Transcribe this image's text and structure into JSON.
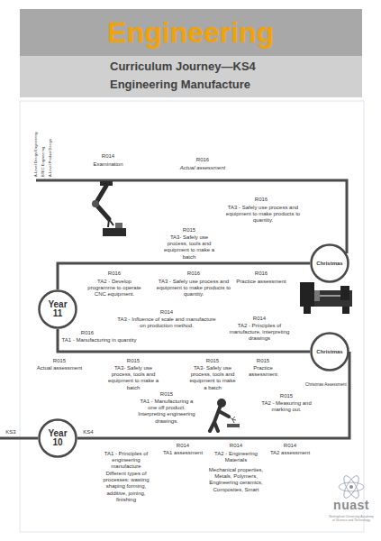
{
  "diagram": {
    "title": "Engineering",
    "nodes": [
      {
        "text": [
          "Christmas"
        ]
      },
      {
        "text": [
          "Year 11"
        ]
      },
      {
        "text": [
          "Christmas"
        ]
      },
      {
        "text": [
          "Year 10"
        ]
      }
    ],
    "edges": [
      {
        "from": 3,
        "to": 2,
        "arrow": "none"
      },
      {
        "from": 2,
        "to": 1,
        "arrow": "none"
      },
      {
        "from": 1,
        "to": 0,
        "arrow": "none"
      }
    ],
    "labels": [
      "Curriculum Journey—KS4",
      "Engineering Manufacture",
      "A-Level Design Engineering",
      "BTEC Engineering",
      "A-Level Product Design",
      "R014",
      "Examination",
      "R016",
      "Actual assessment",
      "R016",
      "TA3 - Safely use process and equipment to make products to quantity.",
      "R015",
      "TA3- Safely use process, tools and equipment to make a batch",
      "R016",
      "TA2 - Develop programme to operate CNC equipment.",
      "R016",
      "TA3 - Safely use process and equipment to make products to quantity.",
      "R016",
      "Practice assessment",
      "R014",
      "TA3 - Influence of scale and manufacture on production method.",
      "R014",
      "TA2 - Principles of manufacture, interpreting drawings",
      "R016",
      "TA1 - Manufacturing in quantity",
      "R015",
      "Actual assessment",
      "R015",
      "TA3- Safely use process, tools and equipment to make a batch",
      "R015",
      "TA3- Safely use process, tools and equipment to make a batch",
      "R015",
      "Practice assessment",
      "Christmas Assessment",
      "R015",
      "TA1 - Manufacturing a one off product. Interpreting engineering drawings.",
      "R015",
      "TA2 - Measuring and marking out.",
      "KS3",
      "KS4",
      "R014",
      "TA1 assessment",
      "R014",
      "R014",
      "TA2 assessment",
      "TA1 - Principles of engineering manufacture",
      "Different types of processes: wasting shaping forming, additive, joining, finishing",
      "TA2 - Engineering Materials",
      "Mechanical properties, Metals, Polymers, Engineering ceramics, Composites, Smart",
      "nuast",
      "Nottingham University Academy of Science and Technology"
    ]
  }
}
